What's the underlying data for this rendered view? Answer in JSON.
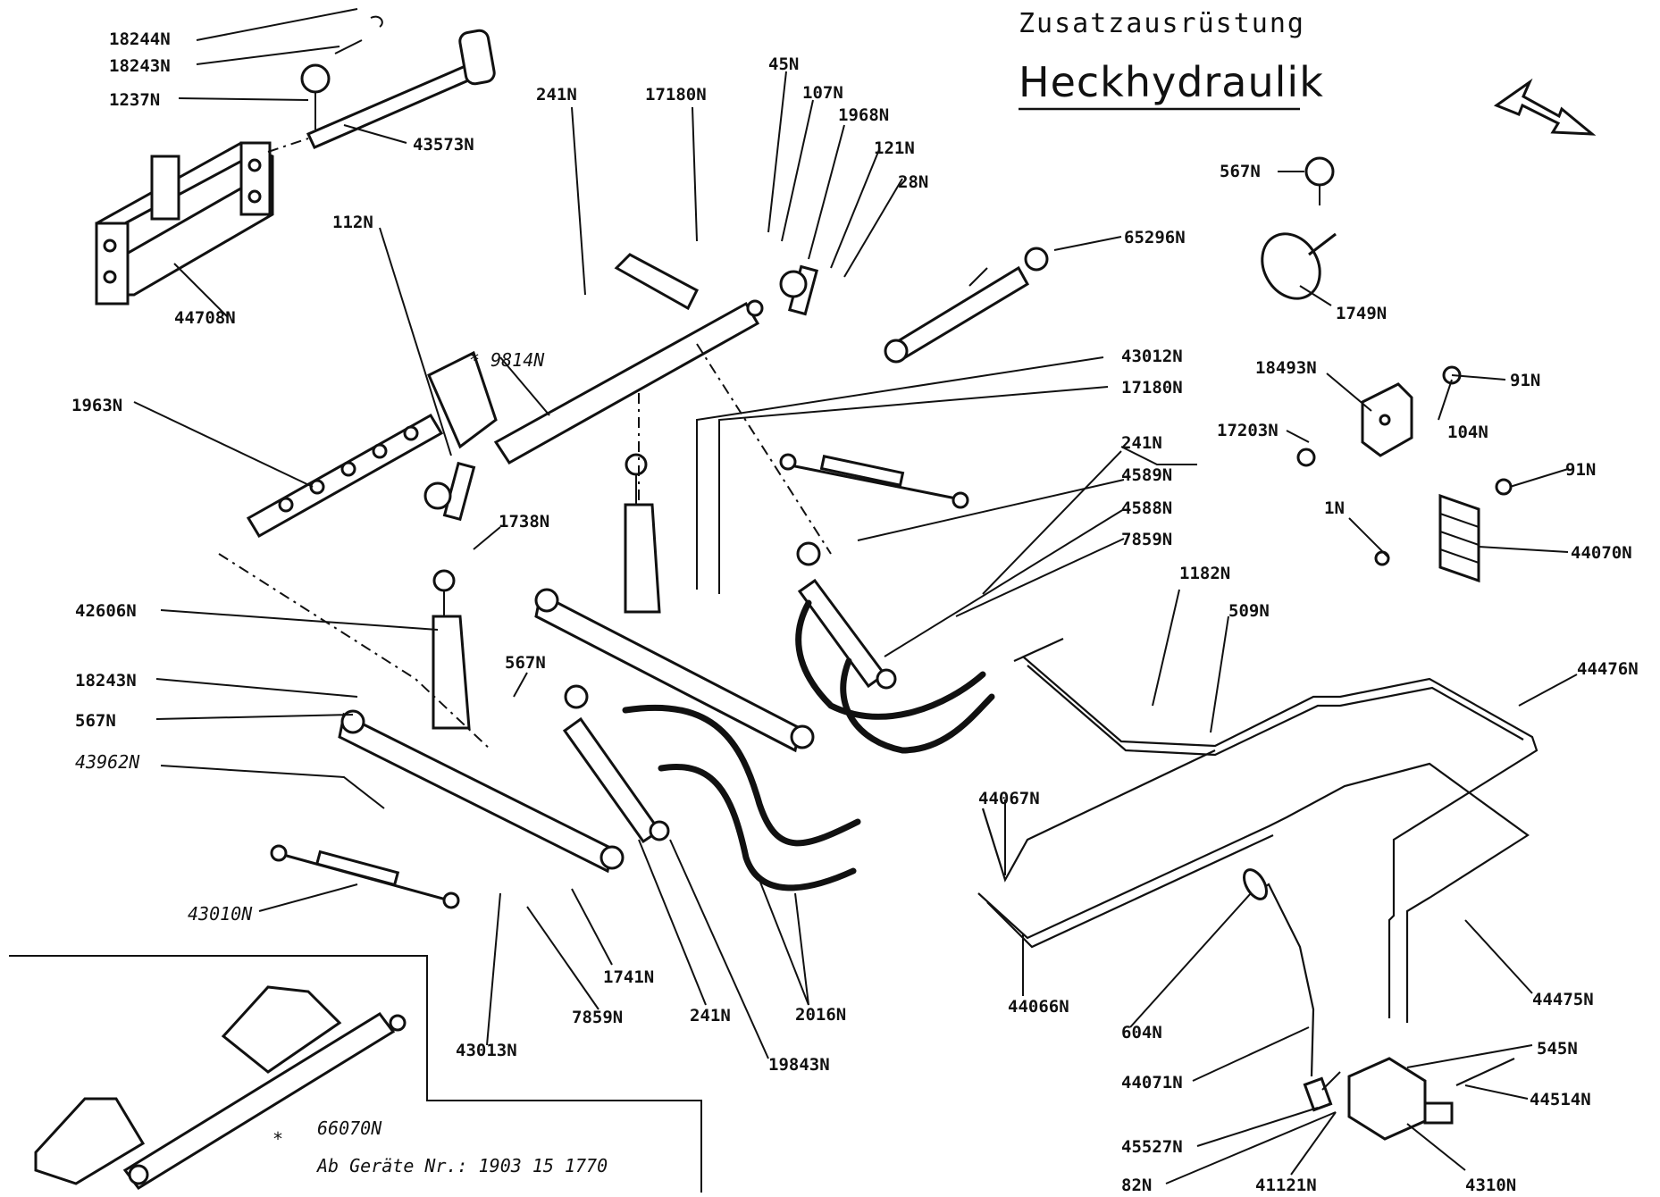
{
  "title": {
    "subtitle": "Zusatzausrüstung",
    "main": "Heckhydraulik"
  },
  "note": {
    "star": "*",
    "part": "66070N",
    "text": "Ab Geräte Nr.: 1903 15 1770"
  },
  "labels": [
    {
      "id": "18244N-a",
      "text": "18244N"
    },
    {
      "id": "18243N-a",
      "text": "18243N"
    },
    {
      "id": "1237N",
      "text": "1237N"
    },
    {
      "id": "43573N",
      "text": "43573N"
    },
    {
      "id": "44708N",
      "text": "44708N"
    },
    {
      "id": "241N-a",
      "text": "241N"
    },
    {
      "id": "17180N-a",
      "text": "17180N"
    },
    {
      "id": "45N",
      "text": "45N"
    },
    {
      "id": "107N",
      "text": "107N"
    },
    {
      "id": "1968N",
      "text": "1968N"
    },
    {
      "id": "121N",
      "text": "121N"
    },
    {
      "id": "28N",
      "text": "28N"
    },
    {
      "id": "65296N",
      "text": "65296N"
    },
    {
      "id": "567N-a",
      "text": "567N"
    },
    {
      "id": "1749N",
      "text": "1749N"
    },
    {
      "id": "112N",
      "text": "112N"
    },
    {
      "id": "9814N",
      "text": "* 9814N"
    },
    {
      "id": "1963N",
      "text": "1963N"
    },
    {
      "id": "43012N",
      "text": "43012N"
    },
    {
      "id": "17180N-b",
      "text": "17180N"
    },
    {
      "id": "18493N",
      "text": "18493N"
    },
    {
      "id": "91N-a",
      "text": "91N"
    },
    {
      "id": "17203N",
      "text": "17203N"
    },
    {
      "id": "104N",
      "text": "104N"
    },
    {
      "id": "241N-b",
      "text": "241N"
    },
    {
      "id": "4589N",
      "text": "4589N"
    },
    {
      "id": "4588N",
      "text": "4588N"
    },
    {
      "id": "7859N-a",
      "text": "7859N"
    },
    {
      "id": "91N-b",
      "text": "91N"
    },
    {
      "id": "1N",
      "text": "1N"
    },
    {
      "id": "44070N",
      "text": "44070N"
    },
    {
      "id": "1738N",
      "text": "1738N"
    },
    {
      "id": "1182N",
      "text": "1182N"
    },
    {
      "id": "509N",
      "text": "509N"
    },
    {
      "id": "42606N",
      "text": "42606N"
    },
    {
      "id": "44476N",
      "text": "44476N"
    },
    {
      "id": "18243N-b",
      "text": "18243N"
    },
    {
      "id": "567N-b",
      "text": "567N"
    },
    {
      "id": "567N-c",
      "text": "567N"
    },
    {
      "id": "43962N",
      "text": "43962N"
    },
    {
      "id": "44067N",
      "text": "44067N"
    },
    {
      "id": "43010N",
      "text": "43010N"
    },
    {
      "id": "1741N",
      "text": "1741N"
    },
    {
      "id": "43013N",
      "text": "43013N"
    },
    {
      "id": "7859N-b",
      "text": "7859N"
    },
    {
      "id": "241N-c",
      "text": "241N"
    },
    {
      "id": "2016N",
      "text": "2016N"
    },
    {
      "id": "19843N",
      "text": "19843N"
    },
    {
      "id": "44066N",
      "text": "44066N"
    },
    {
      "id": "604N",
      "text": "604N"
    },
    {
      "id": "44475N",
      "text": "44475N"
    },
    {
      "id": "545N",
      "text": "545N"
    },
    {
      "id": "44071N",
      "text": "44071N"
    },
    {
      "id": "44514N",
      "text": "44514N"
    },
    {
      "id": "45527N",
      "text": "45527N"
    },
    {
      "id": "82N",
      "text": "82N"
    },
    {
      "id": "41121N",
      "text": "41121N"
    },
    {
      "id": "4310N",
      "text": "4310N"
    }
  ]
}
